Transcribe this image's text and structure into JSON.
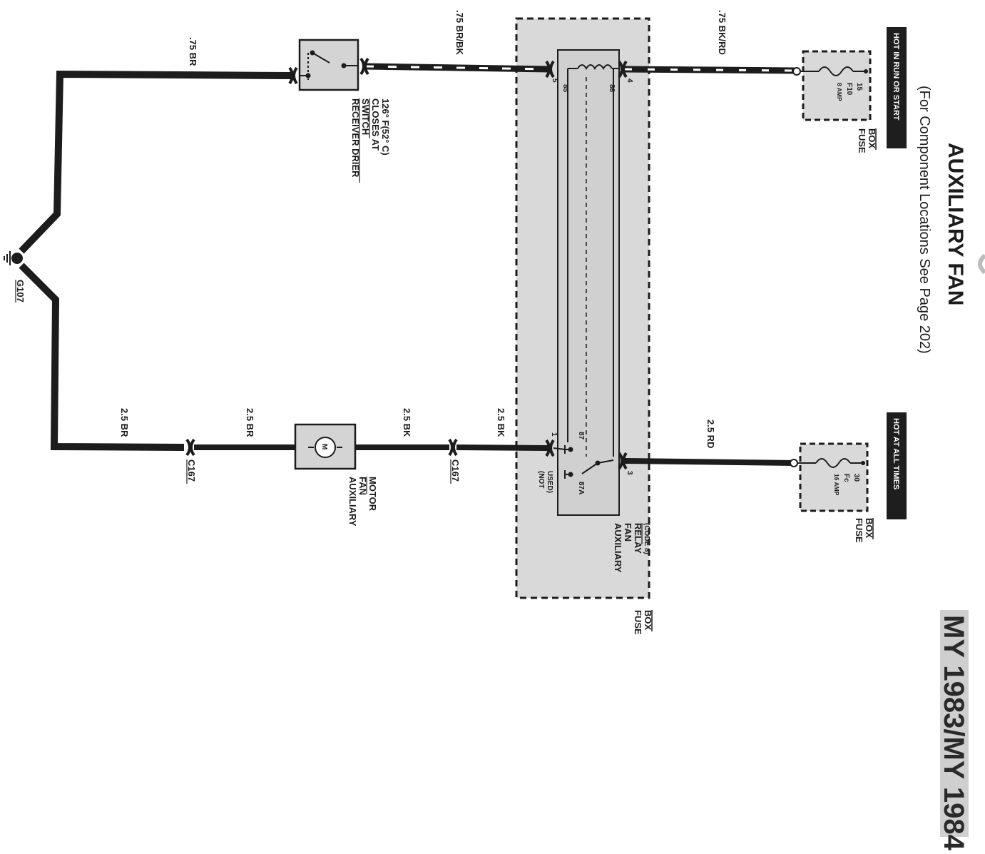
{
  "title": "AUXILIARY FAN",
  "subtitle": "(For Component Locations See Page 202)",
  "model_years": "MY 1983/MY 1984",
  "power_labels": {
    "run_start": "HOT IN RUN OR START",
    "always": "HOT AT ALL TIMES"
  },
  "fuse_box_label": [
    "FUSE",
    "BOX"
  ],
  "fuses": {
    "f10": {
      "terminal": "15",
      "name": "F10",
      "rating": "8 AMP"
    },
    "fc": {
      "terminal": "30",
      "name": "Fc",
      "rating": "16 AMP"
    }
  },
  "relay": {
    "label": [
      "AUXILIARY",
      "FAN",
      "RELAY",
      "(CODE 8)"
    ],
    "terminals": {
      "t85": "85",
      "t86": "86",
      "t87": "87",
      "t87a": "87A",
      "pin5": "5",
      "pin4": "4",
      "pin1": "1",
      "pin3": "3"
    },
    "not_used": [
      "(NOT",
      "USED)"
    ]
  },
  "switch_label": [
    "RECEIVER DRIER",
    "SWITCH",
    "CLOSES AT",
    "126° F(52° C)"
  ],
  "motor": {
    "label": [
      "AUXILIARY",
      "FAN",
      "MOTOR"
    ],
    "symbol": "M"
  },
  "ground_label": "G107",
  "connector_label": "C167",
  "wires": {
    "w_bkrd": ".75 BK/RD",
    "w_brbk": ".75 BR/BK",
    "w_br_top": ".75 BR",
    "w_rd": "2.5 RD",
    "w_bk_relay": "2.5 BK",
    "w_bk_motor": "2.5 BK",
    "w_br_motor": "2.5 BR",
    "w_br_bottom": "2.5 BR"
  },
  "colors": {
    "ink": "#1c1c1c",
    "paper": "#ffffff",
    "box_fill": "#d9d9d9",
    "inner_fill": "#d0d0d0",
    "pill_fill": "#1e1e1e"
  },
  "icons": [
    "fuse-icon",
    "relay-coil-icon",
    "switch-icon",
    "motor-icon",
    "ground-icon",
    "connector-icon"
  ]
}
